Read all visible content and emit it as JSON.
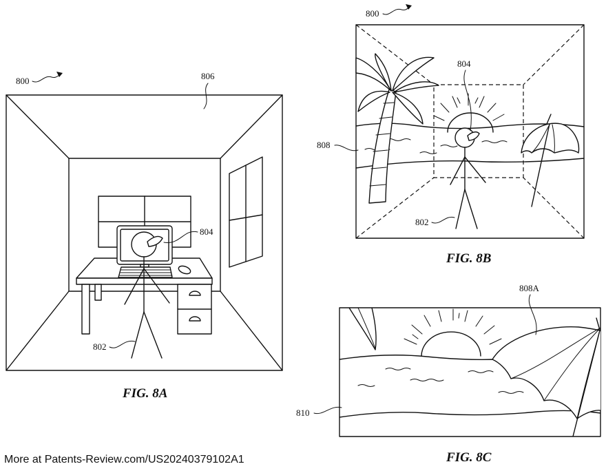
{
  "figures": {
    "fig8a": {
      "caption": "FIG. 8A",
      "labels": {
        "system": "800",
        "room": "806",
        "screen": "804",
        "user": "802"
      }
    },
    "fig8b": {
      "caption": "FIG. 8B",
      "labels": {
        "system": "800",
        "screen": "804",
        "environment": "808",
        "user": "802"
      }
    },
    "fig8c": {
      "caption": "FIG. 8C",
      "labels": {
        "view": "808A",
        "display": "810"
      }
    }
  },
  "footer": {
    "source_text": "More at Patents-Review.com/US20240379102A1"
  }
}
